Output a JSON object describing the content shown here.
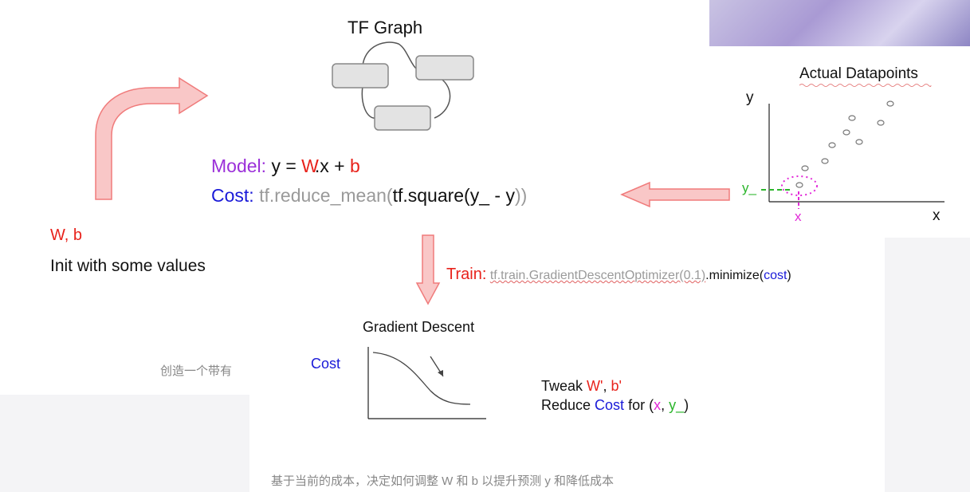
{
  "tf_graph": {
    "title": "TF Graph"
  },
  "model": {
    "label": "Model:",
    "y": "y",
    "eq": "=",
    "W": "W",
    "dotx": ".x",
    "plus": "+",
    "b": "b"
  },
  "cost": {
    "label": "Cost:",
    "fn1": "tf.reduce_mean(",
    "fn2": "tf.square(",
    "args": "y_ - y",
    "close": "))"
  },
  "init": {
    "vars": "W, b",
    "text": "Init with some values"
  },
  "datapoints": {
    "title": "Actual Datapoints",
    "y_axis": "y",
    "x_axis": "x",
    "y_marker": "y_",
    "x_marker": "x"
  },
  "train": {
    "label": "Train:",
    "fn": "tf.train.GradientDescentOptimizer(0.1)",
    "method": ".minimize(",
    "arg": "cost",
    "close": ")"
  },
  "gradient": {
    "title": "Gradient Descent",
    "cost_label": "Cost"
  },
  "tweak": {
    "line1_prefix": "Tweak ",
    "w": "W'",
    "sep": ", ",
    "b": "b'",
    "line2_prefix": "Reduce ",
    "cost": "Cost",
    "mid": " for (",
    "x": "x",
    "comma": ", ",
    "y": "y_",
    "end": ")"
  },
  "captions": {
    "top_partial": "创造一个带有",
    "bottom": "基于当前的成本，决定如何调整 W 和 b 以提升预测 y 和降低成本"
  },
  "colors": {
    "red": "#e8221b",
    "purple": "#9b30d9",
    "blue": "#1a1ad8",
    "green": "#2bb52b",
    "magenta": "#e22ad8",
    "arrow_fill": "#f9c7c7",
    "arrow_stroke": "#f07b7b"
  }
}
